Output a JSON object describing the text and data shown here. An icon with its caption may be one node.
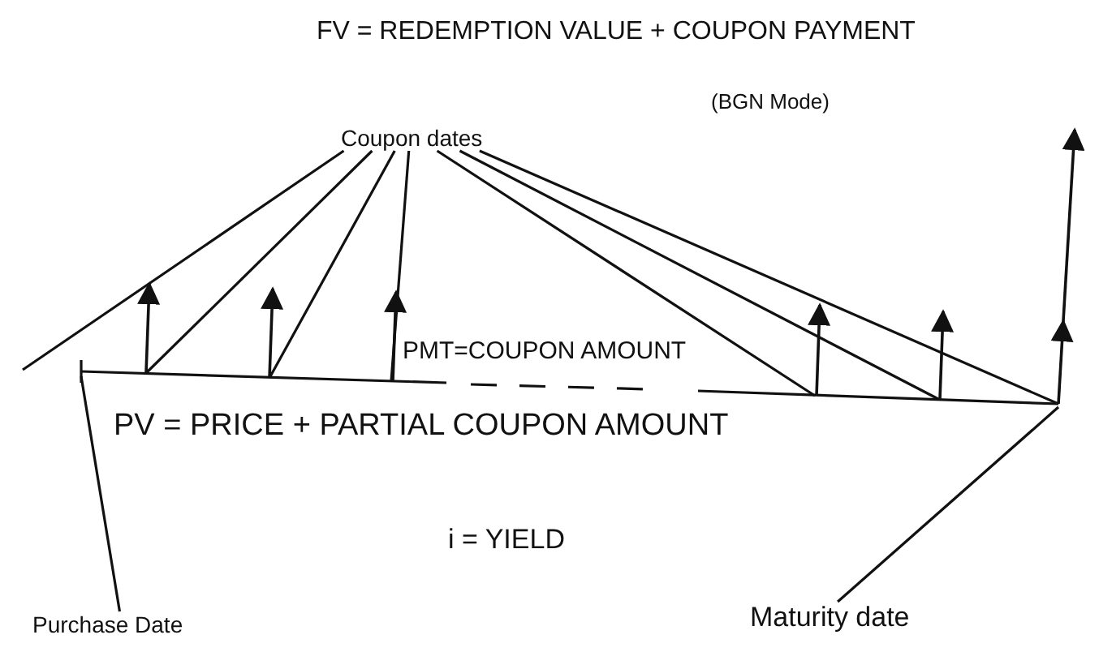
{
  "diagram": {
    "nodes": [
      {
        "text": [
          "Coupon dates"
        ]
      },
      {
        "text": [
          "Purchase Date"
        ]
      },
      {
        "text": [
          "Maturity date"
        ]
      }
    ],
    "edges": [
      {
        "from": 0,
        "to": null,
        "arrow": "none"
      },
      {
        "from": 0,
        "to": null,
        "arrow": "none"
      },
      {
        "from": 0,
        "to": null,
        "arrow": "none"
      },
      {
        "from": 0,
        "to": null,
        "arrow": "none"
      },
      {
        "from": 0,
        "to": null,
        "arrow": "none"
      },
      {
        "from": 0,
        "to": null,
        "arrow": "none"
      },
      {
        "from": 0,
        "to": null,
        "arrow": "none"
      },
      {
        "from": 1,
        "to": null,
        "arrow": "none"
      },
      {
        "from": 2,
        "to": null,
        "arrow": "none"
      }
    ],
    "labels": [
      "FV = REDEMPTION VALUE + COUPON PAYMENT",
      "(BGN Mode)",
      "PMT=COUPON AMOUNT",
      "PV = PRICE + PARTIAL COUPON AMOUNT",
      "i = YIELD"
    ]
  }
}
